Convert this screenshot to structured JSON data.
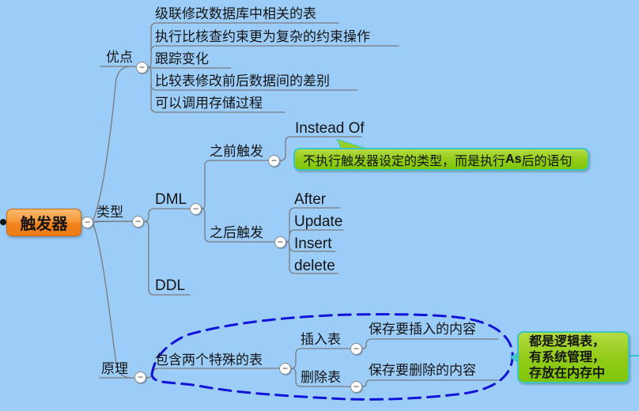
{
  "colors": {
    "background": "#9bcdf8",
    "root_fill_top": "#fcba6e",
    "root_fill_bottom": "#ee7d15",
    "root_border": "#c8680f",
    "branch_line": "#7a7a7a",
    "boundary_dash": "#1212d8",
    "callout_fill_top": "#aad836",
    "callout_fill_bottom": "#7cc404",
    "callout_border": "#3bc4c4",
    "text": "#141414"
  },
  "icons": {
    "collapse_glyph": "−"
  },
  "root": {
    "label": "触发器"
  },
  "advantages": {
    "label": "优点",
    "items": [
      "级联修改数据库中相关的表",
      "执行比核查约束更为复杂的约束操作",
      "跟踪变化",
      "比较表修改前后数据间的差别",
      "可以调用存储过程"
    ]
  },
  "types": {
    "label": "类型",
    "dml": "DML",
    "ddl": "DDL",
    "before_trigger": "之前触发",
    "after_trigger": "之后触发",
    "instead_of": "Instead Of",
    "after_items": [
      "After",
      "Update",
      "Insert",
      "delete"
    ],
    "instead_callout": {
      "pre": "不执行触发器设定的类型，而是执行",
      "emph": "As",
      "post": "后的语句"
    }
  },
  "principle": {
    "label": "原理",
    "container": "包含两个特殊的表",
    "insert_table": "插入表",
    "insert_desc": "保存要插入的内容",
    "delete_table": "删除表",
    "delete_desc": "保存要删除的内容",
    "callout_lines": [
      "都是逻辑表，",
      "有系统管理，",
      "存放在内存中"
    ]
  }
}
